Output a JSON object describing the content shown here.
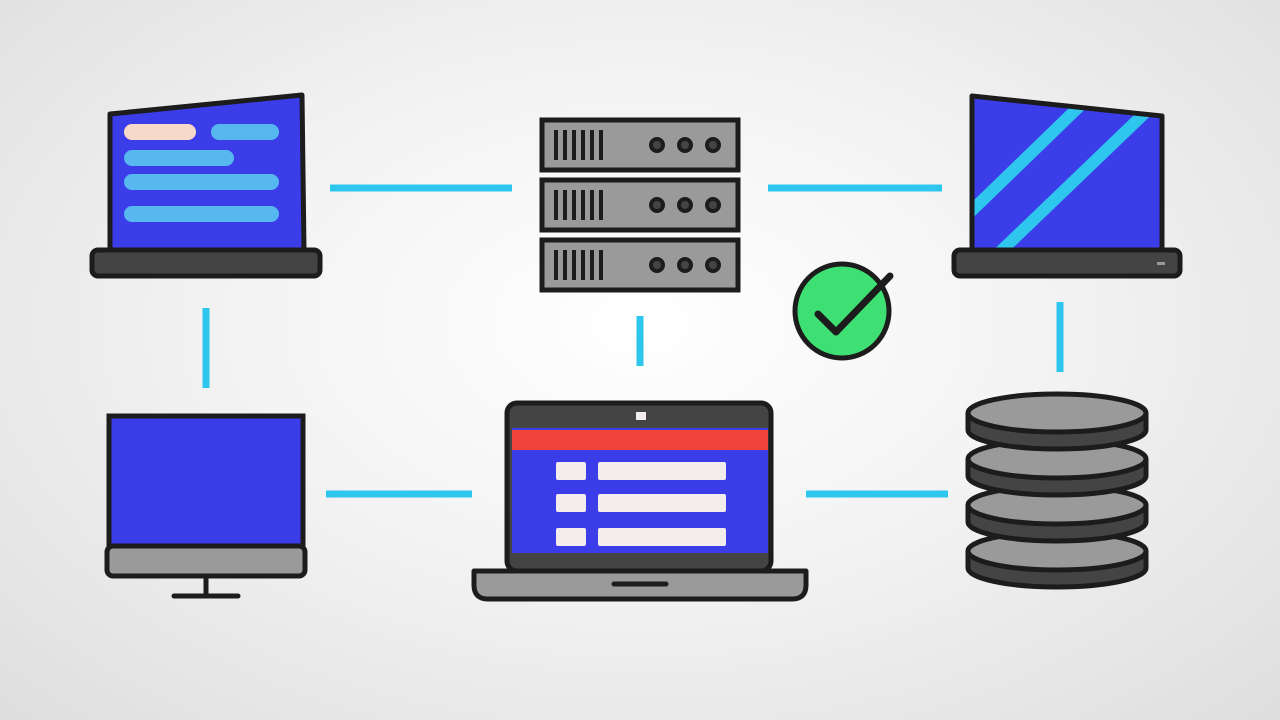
{
  "colors": {
    "background": "#ececec",
    "outline": "#1c1c1c",
    "screen_blue": "#3a3de8",
    "link_cyan": "#2fc6ee",
    "bar_light_blue": "#57b8f0",
    "bar_cream": "#f5d9c9",
    "bar_white": "#f2ecec",
    "header_red": "#f0443a",
    "device_dark": "#444444",
    "device_gray": "#9a9a9a",
    "check_green": "#3ee073"
  },
  "nodes": [
    {
      "id": "laptop-left",
      "icon": "laptop-icon"
    },
    {
      "id": "server-rack",
      "icon": "server-rack-icon"
    },
    {
      "id": "laptop-right",
      "icon": "laptop-icon"
    },
    {
      "id": "desktop-monitor",
      "icon": "monitor-icon"
    },
    {
      "id": "laptop-center",
      "icon": "laptop-icon"
    },
    {
      "id": "database",
      "icon": "database-icon"
    }
  ],
  "links": [
    {
      "from": "laptop-left",
      "to": "server-rack"
    },
    {
      "from": "server-rack",
      "to": "laptop-right"
    },
    {
      "from": "laptop-left",
      "to": "desktop-monitor"
    },
    {
      "from": "server-rack",
      "to": "laptop-center"
    },
    {
      "from": "laptop-right",
      "to": "database"
    },
    {
      "from": "desktop-monitor",
      "to": "laptop-center"
    },
    {
      "from": "laptop-center",
      "to": "database"
    }
  ],
  "status": {
    "icon": "check-circle-icon",
    "state": "success"
  }
}
